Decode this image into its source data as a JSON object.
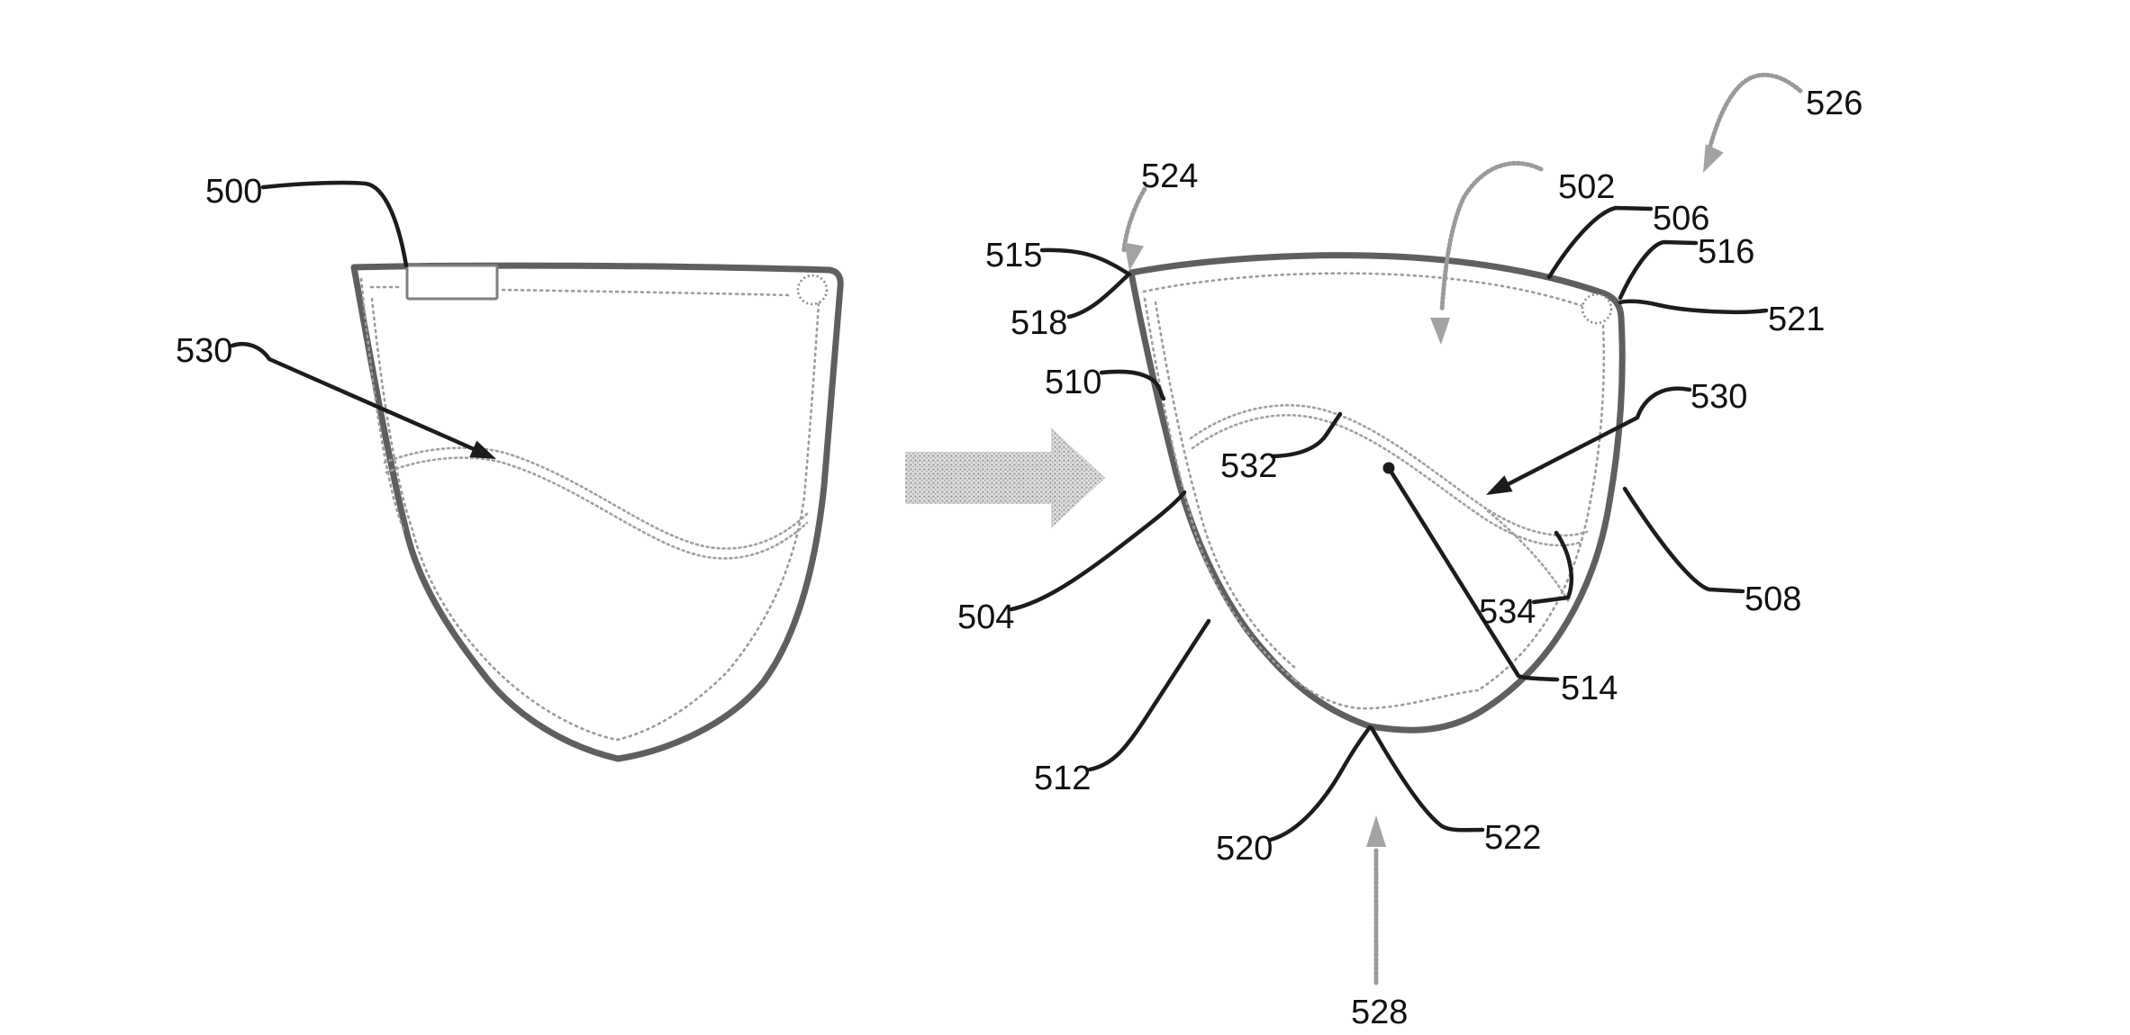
{
  "figure": {
    "description": "Patent-style line drawing: a plain pocket (left) transformed into a contoured pocket (right), connected by a large stippled arrow, annotated with numbered reference labels and leader lines",
    "colors": {
      "background": "#ffffff",
      "outline_gray": "#5f5f5f",
      "seam_gray": "#9b9b9b",
      "stipple_gray": "#9a9a9a",
      "label_text": "#111111",
      "leader_line": "#1c1c1c"
    },
    "left": {
      "labels": {
        "l500": "500",
        "l530": "530"
      }
    },
    "right": {
      "labels": {
        "l502": "502",
        "l504": "504",
        "l506": "506",
        "l508": "508",
        "l510": "510",
        "l512": "512",
        "l514": "514",
        "l515": "515",
        "l516": "516",
        "l518": "518",
        "l520": "520",
        "l521": "521",
        "l522": "522",
        "l524": "524",
        "l526": "526",
        "l528": "528",
        "l530": "530",
        "l532": "532",
        "l534": "534"
      }
    }
  }
}
